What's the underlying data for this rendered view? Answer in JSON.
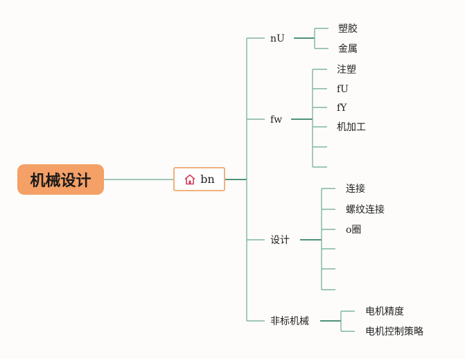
{
  "root": {
    "label": "机械设计"
  },
  "hub": {
    "label": "bn",
    "icon": "home-icon"
  },
  "branches": [
    {
      "label": "nU",
      "children": [
        "塑胶",
        "金属"
      ]
    },
    {
      "label": "fw",
      "children": [
        "注塑",
        "fU",
        "fY",
        "机加工",
        "",
        ""
      ]
    },
    {
      "label": "设计",
      "children": [
        "连接",
        "螺纹连接",
        "o圈",
        "",
        "",
        ""
      ]
    },
    {
      "label": "非标机械",
      "children": [
        "电机精度",
        "电机控制策略"
      ]
    }
  ],
  "colors": {
    "root": "#f4a066",
    "hub_border": "#f0b07e",
    "line": "#6aaa90",
    "icon": "#d23c5a"
  }
}
